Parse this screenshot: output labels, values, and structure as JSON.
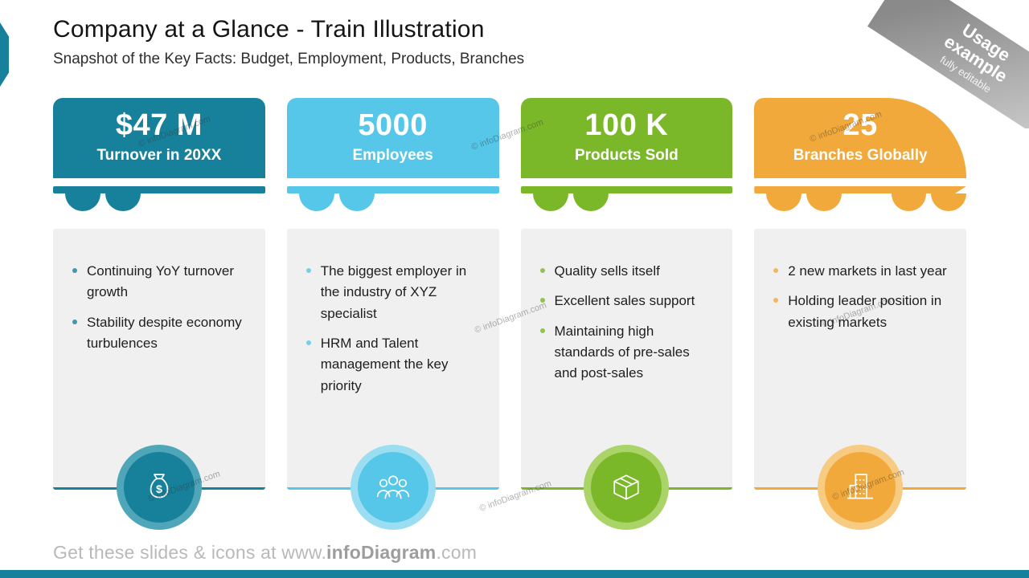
{
  "slide": {
    "title": "Company at a Glance - Train Illustration",
    "subtitle": "Snapshot of the Key Facts: Budget, Employment, Products, Branches"
  },
  "ribbon": {
    "title": "Usage example",
    "note": "fully editable"
  },
  "cards": [
    {
      "value": "$47 M",
      "label": "Turnover in 20XX",
      "color": "#17819b",
      "ring_color": "#4fa6b9",
      "icon": "money-bag-icon",
      "bullets": [
        "Continuing YoY turnover growth",
        "Stability despite economy turbulences"
      ]
    },
    {
      "value": "5000",
      "label": "Employees",
      "color": "#56c7e8",
      "ring_color": "#9bdef2",
      "icon": "people-group-icon",
      "bullets": [
        "The biggest employer in the industry of XYZ specialist",
        "HRM and Talent management the key priority"
      ]
    },
    {
      "value": "100 K",
      "label": "Products Sold",
      "color": "#7ab829",
      "ring_color": "#aad468",
      "icon": "package-box-icon",
      "bullets": [
        "Quality sells itself",
        "Excellent sales support",
        "Maintaining high standards of pre-sales and post-sales"
      ]
    },
    {
      "value": "25",
      "label": "Branches Globally",
      "color": "#f2a93b",
      "ring_color": "#f8cb82",
      "icon": "building-icon",
      "bullets": [
        "2 new markets in last year",
        "Holding leader position in existing markets"
      ]
    }
  ],
  "footer": {
    "text_prefix": "Get these slides & icons at www.",
    "brand": "infoDiagram",
    "text_suffix": ".com"
  },
  "watermark": "© infoDiagram.com",
  "accent_color": "#17819b"
}
